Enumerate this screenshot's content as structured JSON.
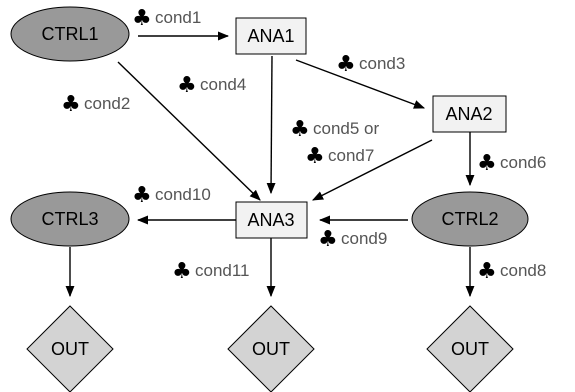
{
  "nodes": {
    "ctrl1": "CTRL1",
    "ana1": "ANA1",
    "ana2": "ANA2",
    "ana3": "ANA3",
    "ctrl2": "CTRL2",
    "ctrl3": "CTRL3",
    "out_left": "OUT",
    "out_mid": "OUT",
    "out_right": "OUT"
  },
  "conditions": {
    "icon": "club-icon",
    "symbol": "♣",
    "cond1": "cond1",
    "cond2": "cond2",
    "cond3": "cond3",
    "cond4": "cond4",
    "cond5": "cond5 or",
    "cond7": "cond7",
    "cond6": "cond6",
    "cond8": "cond8",
    "cond9": "cond9",
    "cond10": "cond10",
    "cond11": "cond11"
  },
  "colors": {
    "ellipse_fill": "#999999",
    "box_fill": "#f2f2f2",
    "diamond_fill": "#d3d3d3",
    "label_text": "#555555"
  }
}
